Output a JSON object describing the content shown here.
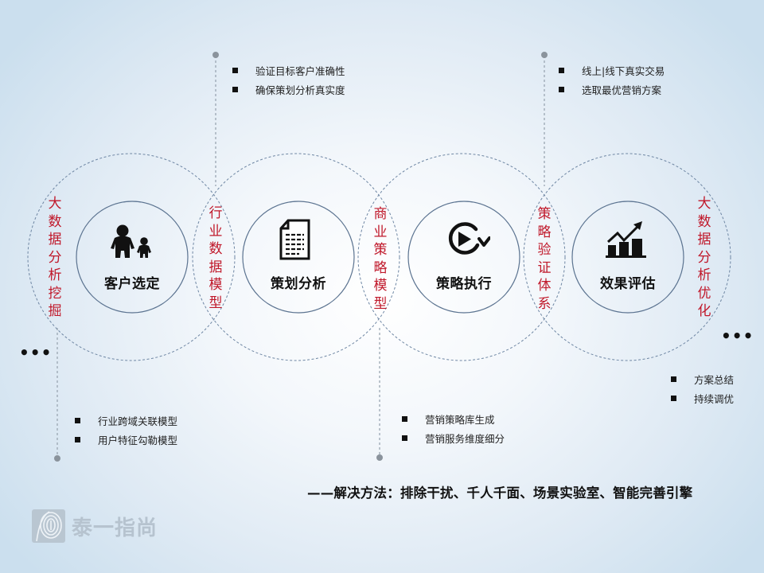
{
  "stages": [
    {
      "label": "客户选定",
      "icon": "parent-child-icon"
    },
    {
      "label": "策划分析",
      "icon": "document-icon"
    },
    {
      "label": "策略执行",
      "icon": "replay-play-icon"
    },
    {
      "label": "效果评估",
      "icon": "growth-chart-icon"
    }
  ],
  "side_labels": {
    "left": "大数据分析挖掘",
    "right": "大数据分析优化"
  },
  "overlap_labels": [
    "行业数据模型",
    "商业策略模型",
    "策略验证体系"
  ],
  "callouts": {
    "top_1": [
      "验证目标客户准确性",
      "确保策划分析真实度"
    ],
    "top_2": [
      "线上|线下真实交易",
      "选取最优营销方案"
    ],
    "bottom_1": [
      "行业跨域关联模型",
      "用户特征勾勒模型"
    ],
    "bottom_2": [
      "营销策略库生成",
      "营销服务维度细分"
    ],
    "right": [
      "方案总结",
      "持续调优"
    ]
  },
  "ellipsis": "•••",
  "solution": "——解决方法：排除干扰、千人千面、场景实验室、智能完善引擎",
  "logo": {
    "text": "泰一指尚"
  },
  "colors": {
    "accent_red": "#c0182a",
    "circle_stroke": "#5b7390",
    "background_edge": "#cbdfee"
  }
}
